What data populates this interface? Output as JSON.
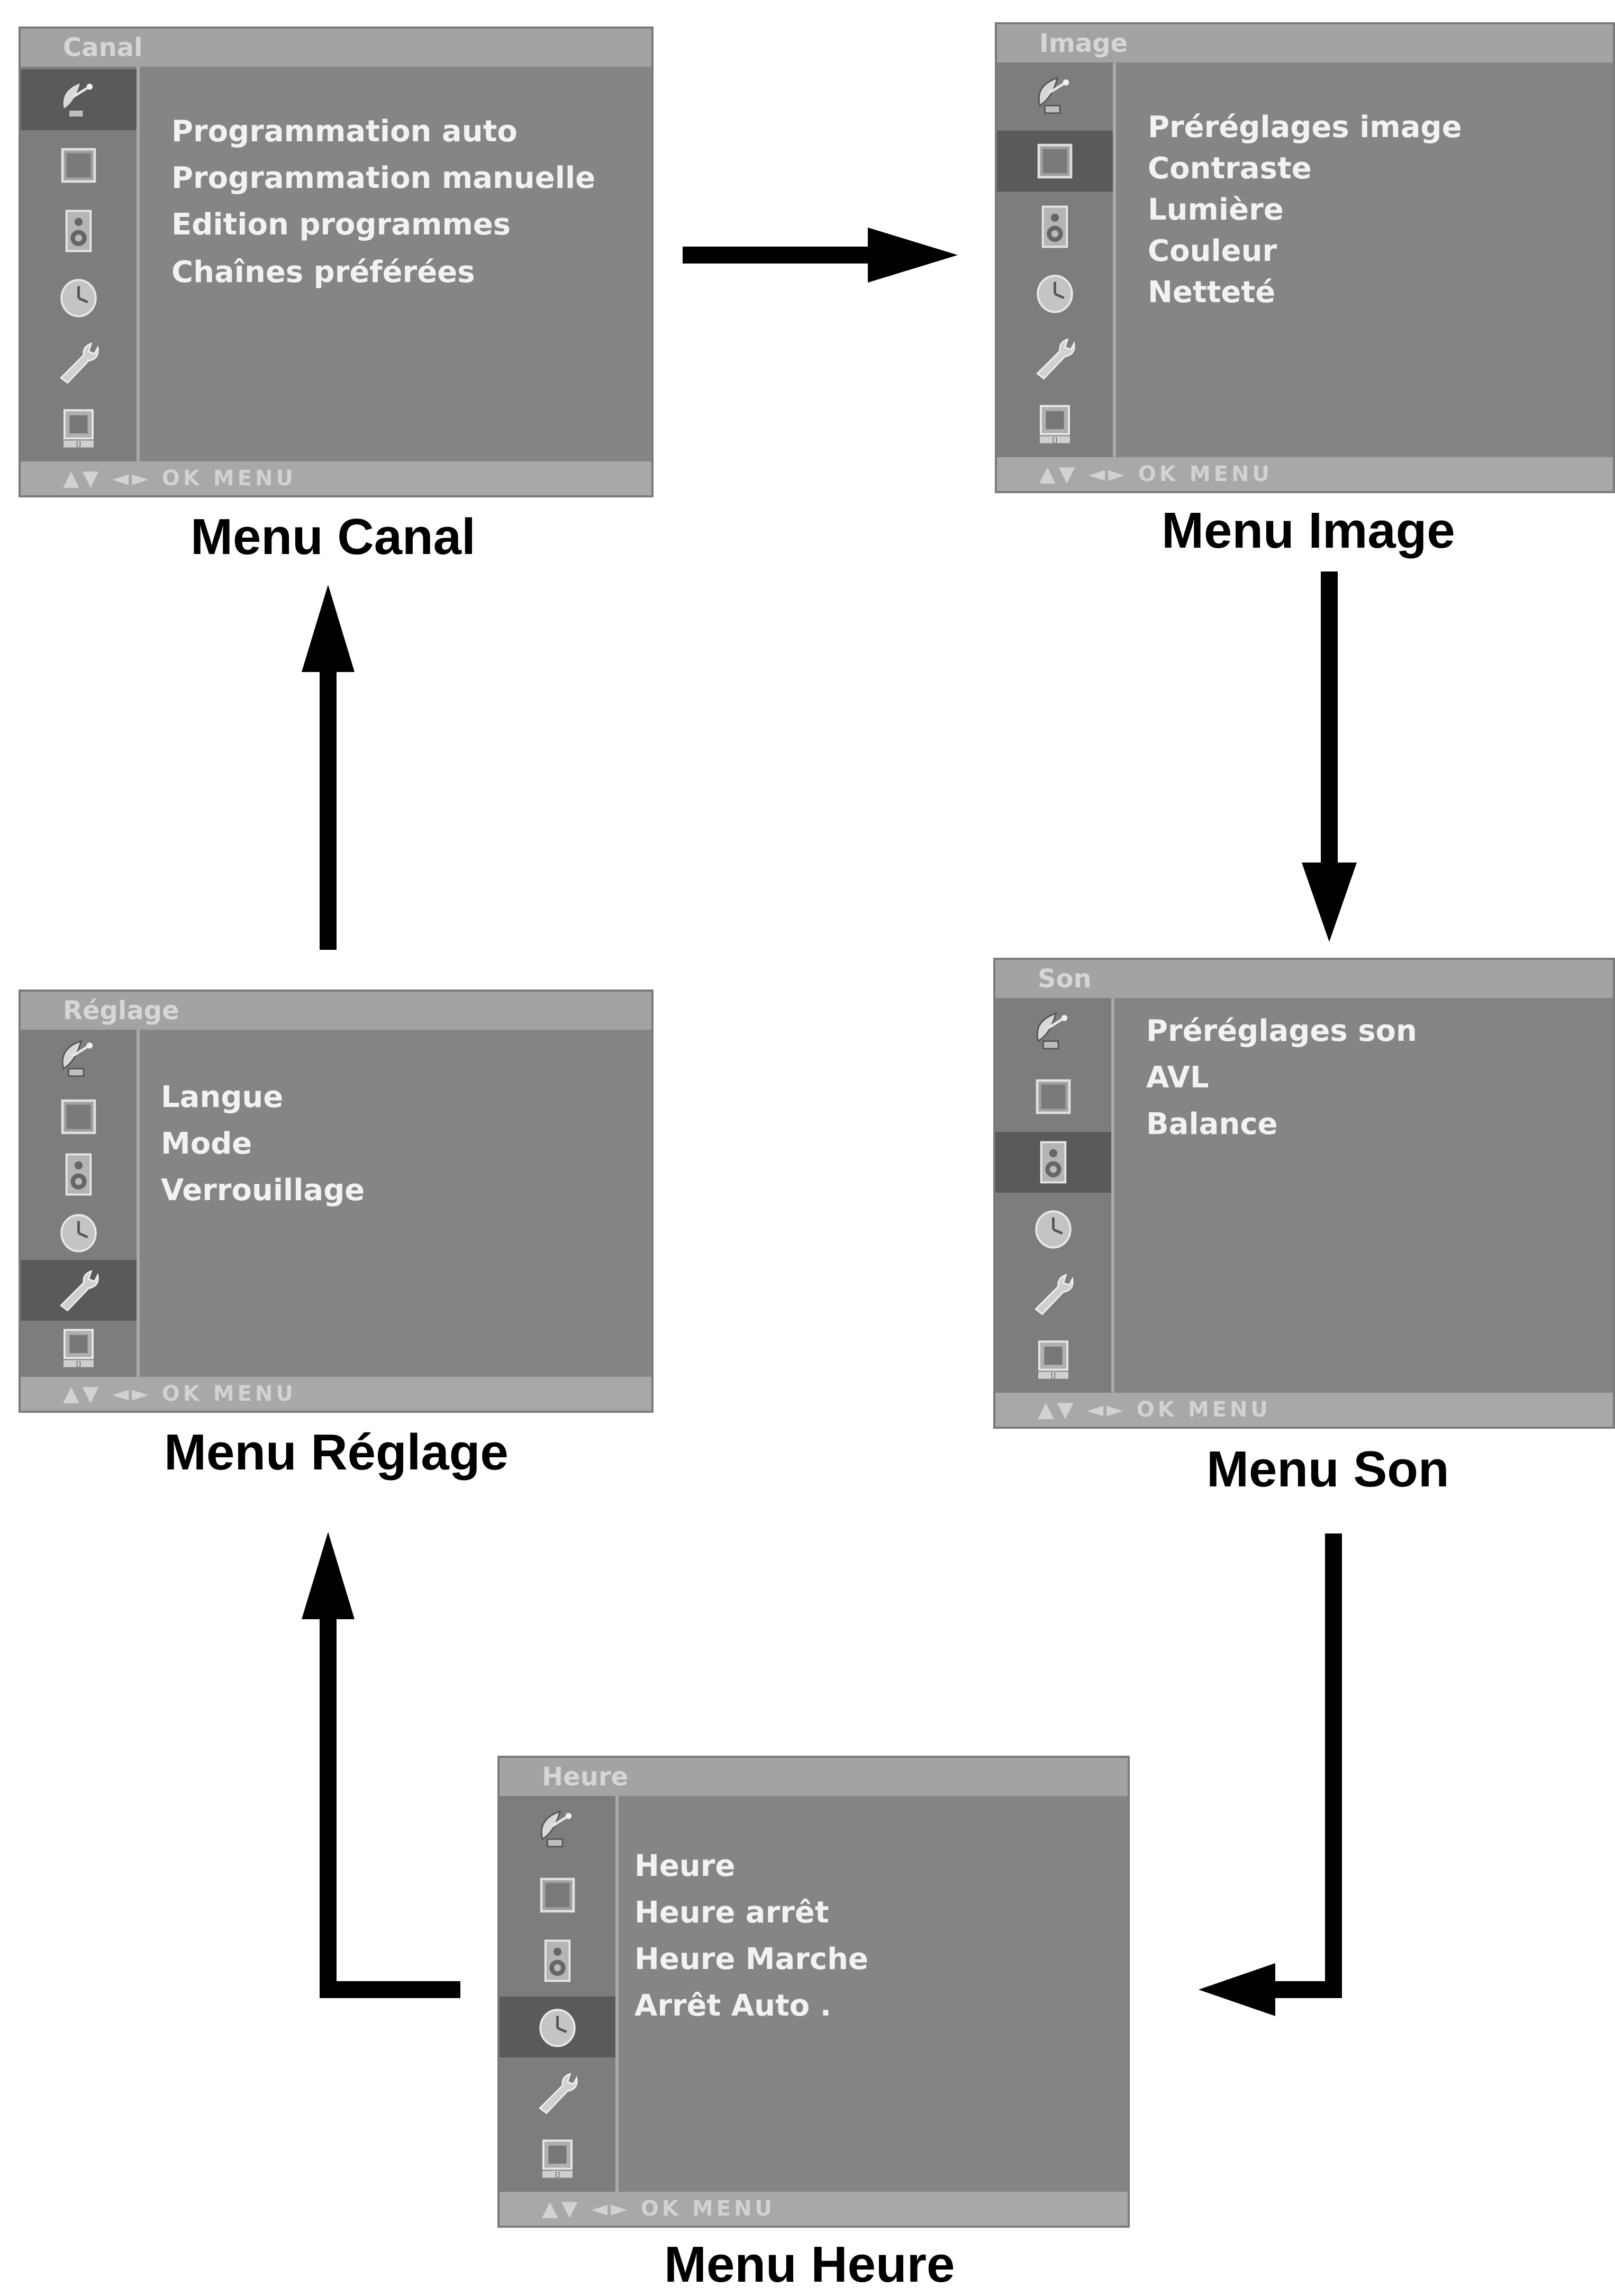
{
  "panels": {
    "canal": {
      "title": "Canal",
      "items": [
        "Programmation auto",
        "Programmation manuelle",
        "Edition programmes",
        "Chaînes préférées"
      ],
      "caption": "Menu Canal",
      "footer": "▲▼ ◄► OK MENU"
    },
    "image": {
      "title": "Image",
      "items": [
        "Préréglages image",
        "Contraste",
        "Lumière",
        "Couleur",
        "Netteté"
      ],
      "caption": "Menu Image",
      "footer": "▲▼ ◄► OK MENU"
    },
    "son": {
      "title": "Son",
      "items": [
        "Préréglages son",
        "AVL",
        "Balance"
      ],
      "caption": "Menu Son",
      "footer": "▲▼ ◄► OK MENU"
    },
    "heure": {
      "title": "Heure",
      "items": [
        "Heure",
        "Heure arrêt",
        "Heure Marche",
        "Arrêt Auto ."
      ],
      "caption": "Menu Heure",
      "footer": "▲▼ ◄► OK MENU"
    },
    "reglage": {
      "title": "Réglage",
      "items": [
        "Langue",
        "Mode",
        "Verrouillage"
      ],
      "caption": "Menu Réglage",
      "footer": "▲▼ ◄► OK MENU"
    }
  },
  "icons": [
    "satellite-dish-icon",
    "picture-icon",
    "speaker-icon",
    "clock-icon",
    "wrench-icon",
    "input-icon"
  ],
  "active_icons": {
    "canal": "satellite-dish-icon",
    "image": "picture-icon",
    "son": "speaker-icon",
    "heure": "clock-icon",
    "reglage": "wrench-icon"
  },
  "colors": {
    "panel_bg": "#858585",
    "sidebar_bg": "#7d7d7d",
    "active_icon_bg": "#5a5a5a",
    "text": "#f2f2f2",
    "arrow": "#000000"
  }
}
